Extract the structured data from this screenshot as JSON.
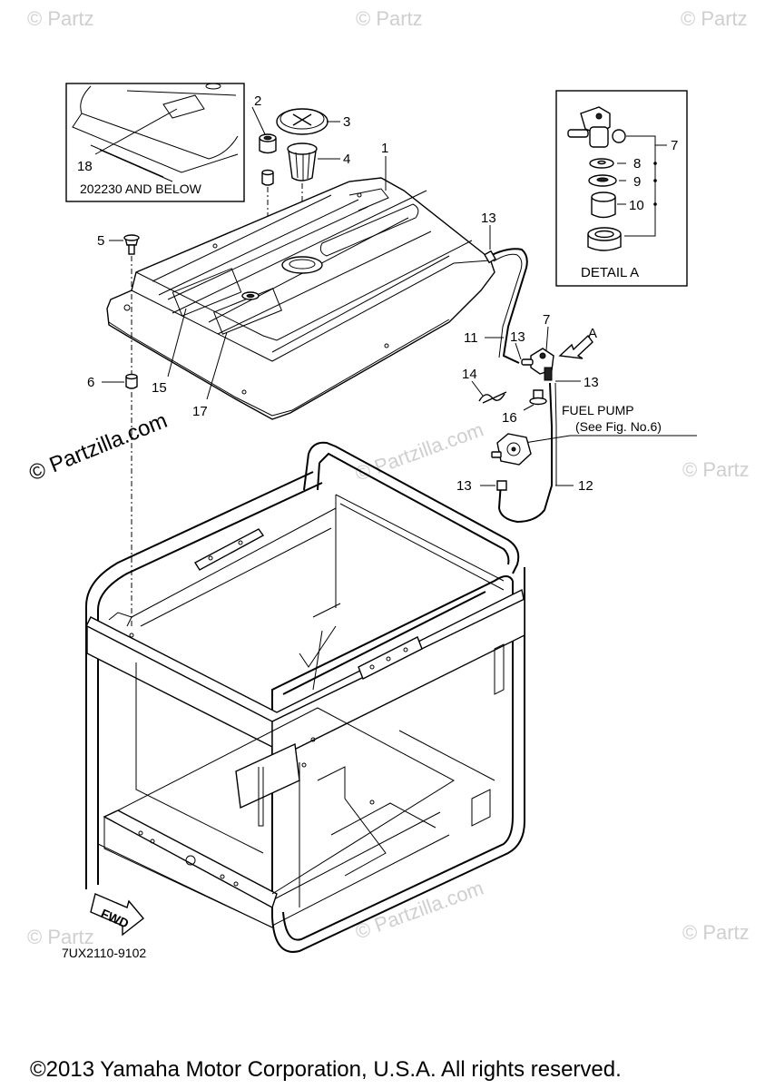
{
  "watermark": {
    "text": "© Partzilla.com",
    "short": "© Partz"
  },
  "inset_box": {
    "caption": "202230 AND BELOW",
    "callout": "18"
  },
  "detail_box": {
    "caption": "DETAIL A",
    "callouts": [
      "7",
      "8",
      "9",
      "10"
    ]
  },
  "callouts": {
    "c1": "1",
    "c2": "2",
    "c3": "3",
    "c4": "4",
    "c5": "5",
    "c6": "6",
    "c7": "7",
    "c11": "11",
    "c12": "12",
    "c13a": "13",
    "c13b": "13",
    "c13c": "13",
    "c13d": "13",
    "c14": "14",
    "c15": "15",
    "c16": "16",
    "c17": "17",
    "arrowA": "A"
  },
  "fuel_pump": {
    "title": "FUEL PUMP",
    "ref": "(See Fig. No.6)"
  },
  "fwd_label": "FWD",
  "diagram_code": "7UX2110-9102",
  "copyright": "©2013 Yamaha Motor Corporation, U.S.A. All rights reserved."
}
